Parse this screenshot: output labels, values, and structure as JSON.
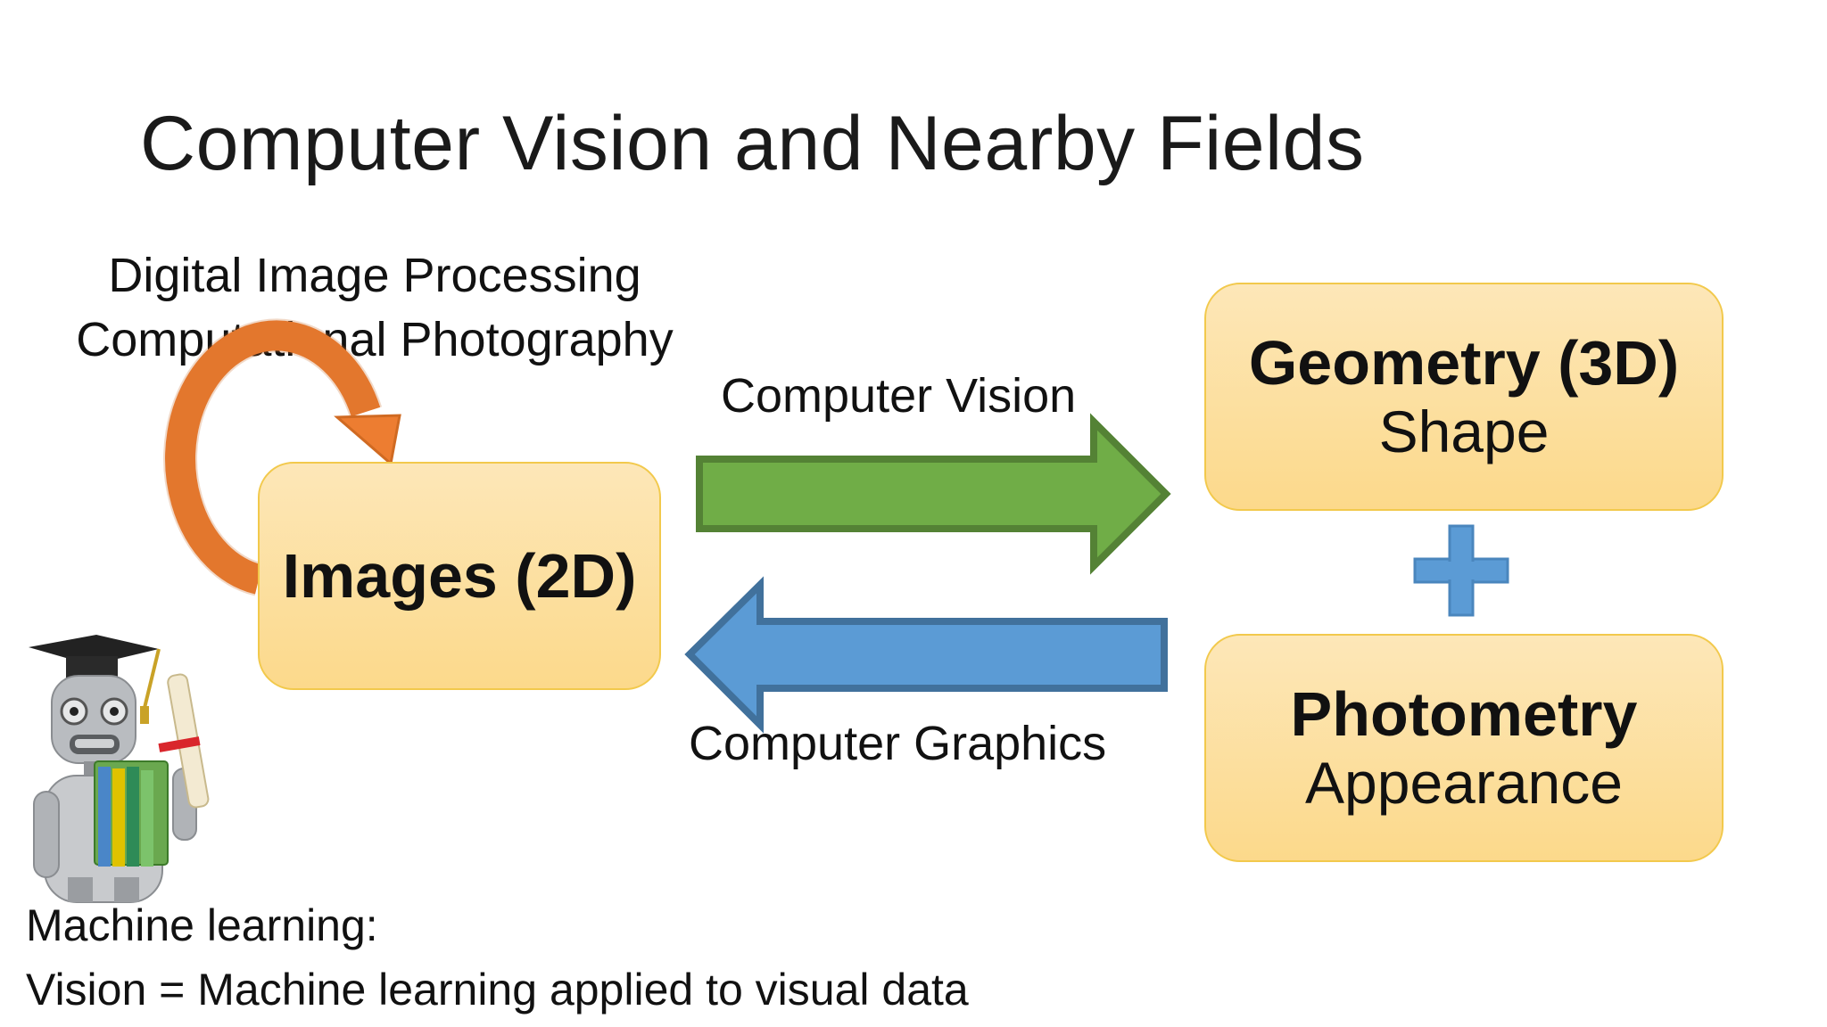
{
  "title": "Computer Vision and Nearby Fields",
  "image_processing_labels": [
    "Digital Image Processing",
    "Computational Photography"
  ],
  "images_box": {
    "title": "Images (2D)"
  },
  "geometry_box": {
    "title": "Geometry (3D)",
    "subtitle": "Shape"
  },
  "photometry_box": {
    "title": "Photometry",
    "subtitle": "Appearance"
  },
  "arrows": {
    "vision_label": "Computer Vision",
    "graphics_label": "Computer Graphics"
  },
  "machine_learning": {
    "heading": "Machine learning:",
    "statement": "Vision = Machine learning applied to visual data"
  },
  "colors": {
    "box_fill_top": "#fde7b8",
    "box_fill_bottom": "#fcd98b",
    "box_border": "#f2c94c",
    "vision_arrow": "#70ad47",
    "graphics_arrow": "#5b9bd5",
    "loop_arrow": "#ed7d31",
    "plus": "#5b9bd5"
  },
  "icons": [
    "circular-arrow-icon",
    "plus-icon",
    "robot-graduate-icon"
  ]
}
